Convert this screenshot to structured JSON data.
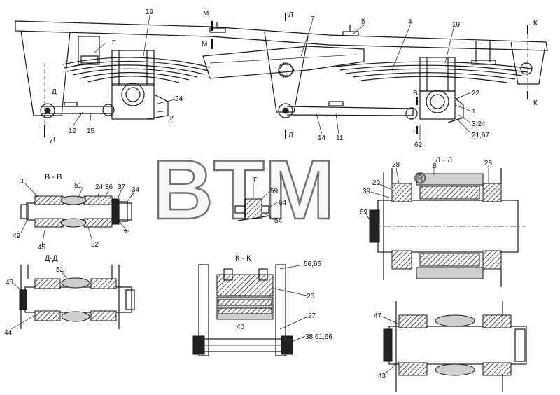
{
  "watermark": "BTM",
  "watermark_mark": "®",
  "section_titles": {
    "vv": "В - В",
    "ll": "Л - Л",
    "dd": "Д-Д",
    "kk": "К - К"
  },
  "top_view": {
    "letters": [
      "М",
      "М",
      "Л",
      "Л",
      "К",
      "К",
      "Г",
      "Д",
      "Д",
      "В",
      "В"
    ],
    "labels": [
      "19",
      "7",
      "5",
      "4",
      "19",
      "24",
      "2",
      "12",
      "15",
      "14",
      "11",
      "22",
      "1",
      "3,24",
      "21,67",
      "62"
    ]
  },
  "vv_labels": [
    "3",
    "51",
    "24",
    "36",
    "37",
    "34",
    "49",
    "45",
    "32",
    "71"
  ],
  "g_labels": [
    "59",
    "64",
    "54",
    "Г"
  ],
  "ll_labels": [
    "28",
    "8",
    "28",
    "29",
    "39",
    "69"
  ],
  "dd_labels": [
    "51",
    "48",
    "44"
  ],
  "kk_labels": [
    "56,66",
    "26",
    "27",
    "40",
    "38,61,66"
  ],
  "br_labels": [
    "47",
    "43"
  ]
}
